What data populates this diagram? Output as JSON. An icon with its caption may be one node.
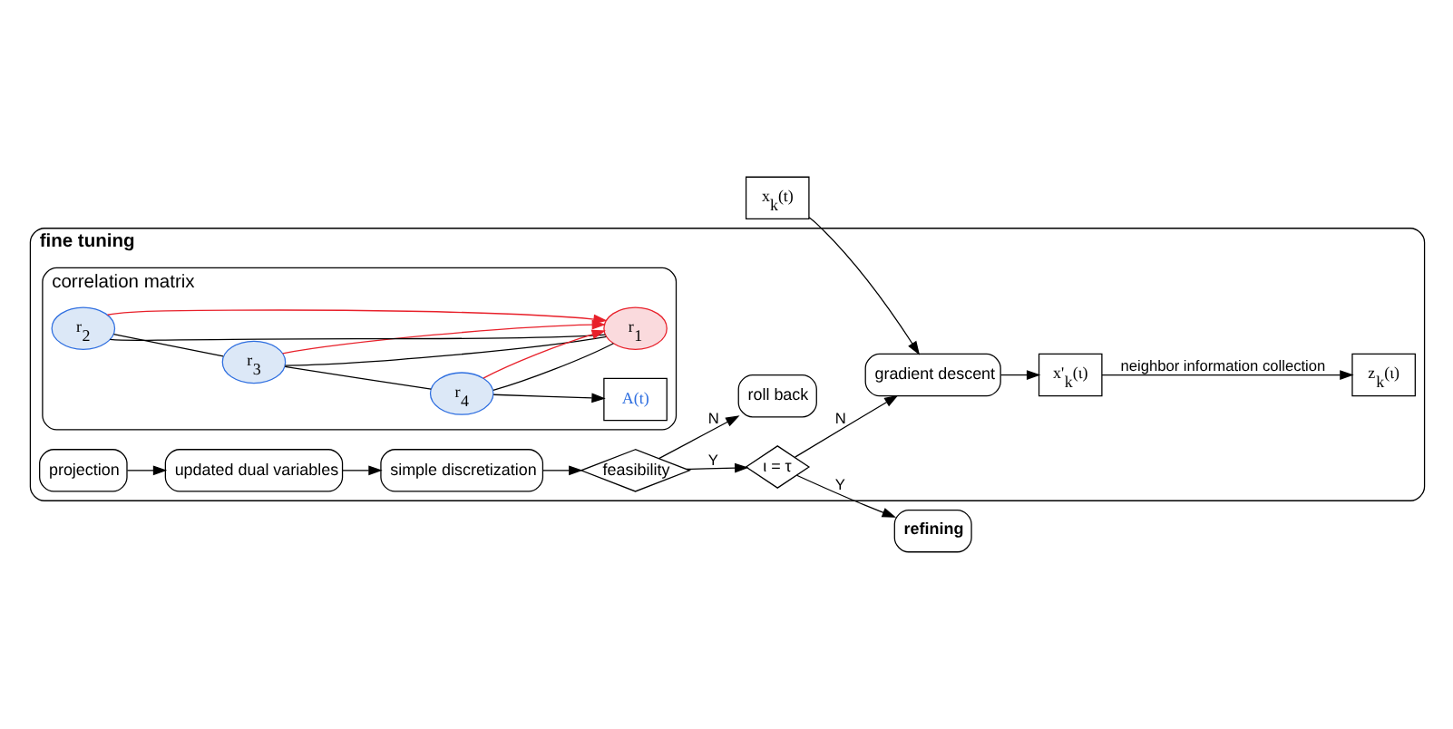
{
  "diagram": {
    "nodes": [
      {
        "text": [
          "x$_{k}$(t)"
        ]
      },
      {
        "text": [
          "fine tuning"
        ]
      },
      {
        "text": [
          "gradient descent"
        ],
        "in": 1
      },
      {
        "text": [
          "x'$_{k}$(ι)"
        ],
        "in": 1
      },
      {
        "text": [
          "correlation matrix"
        ],
        "in": 1
      },
      {
        "text": [
          "r$_{3}$"
        ],
        "in": 4
      },
      {
        "text": [
          "r$_{2}$"
        ],
        "in": 4
      },
      {
        "text": [
          "r$_{4}$"
        ],
        "in": 4
      },
      {
        "text": [
          "r$_{1}$"
        ],
        "in": 4
      },
      {
        "text": [
          "A(t)"
        ],
        "in": 4
      },
      {
        "text": [
          "ι = τ"
        ],
        "in": 1
      },
      {
        "text": [
          "feasibility"
        ],
        "in": 1
      },
      {
        "text": [
          "simple discretization"
        ],
        "in": 1
      },
      {
        "text": [
          "z$_{k}$(ι)"
        ],
        "in": 1
      },
      {
        "text": [
          "refining"
        ]
      },
      {
        "text": [
          "roll back"
        ],
        "in": 1
      },
      {
        "text": [
          "updated dual variables"
        ],
        "in": 1
      },
      {
        "text": [
          "projection"
        ],
        "in": 1
      }
    ],
    "edges": [
      {
        "from": 0,
        "to": 2,
        "arrow": "to"
      },
      {
        "from": 2,
        "to": 3,
        "arrow": "to"
      },
      {
        "from": 3,
        "to": 13,
        "arrow": "to",
        "label": "neighbor information collection"
      },
      {
        "from": 6,
        "to": 5,
        "arrow": "none"
      },
      {
        "from": 5,
        "to": 7,
        "arrow": "none"
      },
      {
        "from": 5,
        "to": 8,
        "arrow": "none"
      },
      {
        "from": 6,
        "to": 8,
        "arrow": "none"
      },
      {
        "from": 7,
        "to": 8,
        "arrow": "none"
      },
      {
        "from": 6,
        "to": 8,
        "arrow": "to",
        "color": "#e8202a"
      },
      {
        "from": 5,
        "to": 8,
        "arrow": "to",
        "color": "#e8202a"
      },
      {
        "from": 7,
        "to": 8,
        "arrow": "to",
        "color": "#e8202a"
      },
      {
        "from": 7,
        "to": 9,
        "arrow": "to"
      },
      {
        "from": 10,
        "to": 2,
        "arrow": "to",
        "label": "N"
      },
      {
        "from": 11,
        "to": 10,
        "arrow": "to",
        "label": "Y"
      },
      {
        "from": 10,
        "to": 14,
        "arrow": "to",
        "label": "Y"
      },
      {
        "from": 12,
        "to": 11,
        "arrow": "to"
      },
      {
        "from": 11,
        "to": 15,
        "arrow": "to",
        "label": "N"
      },
      {
        "from": 16,
        "to": 12,
        "arrow": "to"
      },
      {
        "from": 17,
        "to": 16,
        "arrow": "to"
      }
    ]
  }
}
